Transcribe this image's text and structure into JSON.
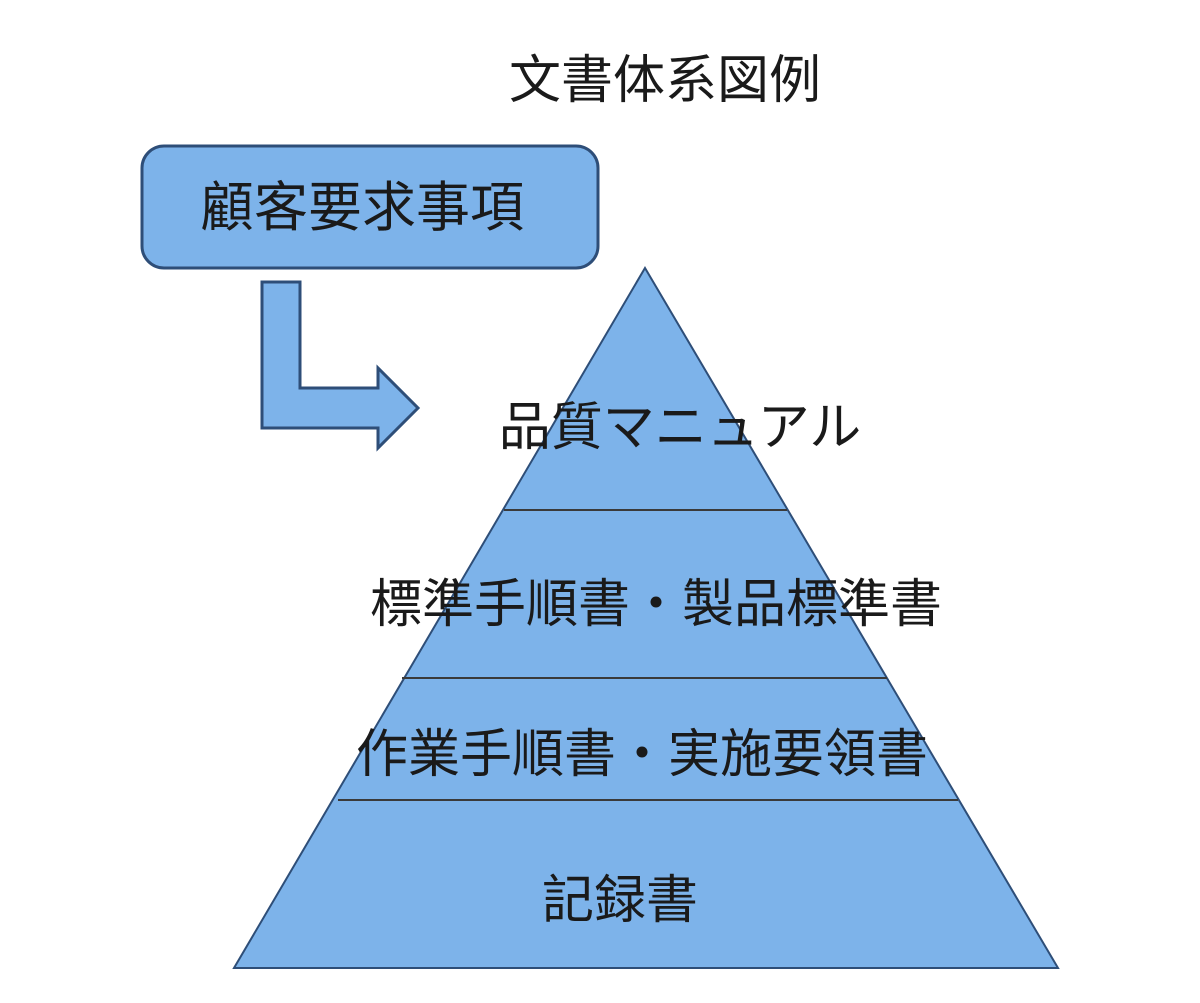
{
  "diagram": {
    "title": "文書体系図例",
    "requirement_box": {
      "label": "顧客要求事項"
    },
    "pyramid": {
      "tiers": [
        {
          "label": "品質マニュアル"
        },
        {
          "label": "標準手順書・製品標準書"
        },
        {
          "label": "作業手順書・実施要領書"
        },
        {
          "label": "記録書"
        }
      ]
    },
    "colors": {
      "fill": "#7db3ea",
      "stroke": "#2e4e78",
      "divider": "#3a3a3a",
      "text": "#1a1a1a"
    }
  }
}
